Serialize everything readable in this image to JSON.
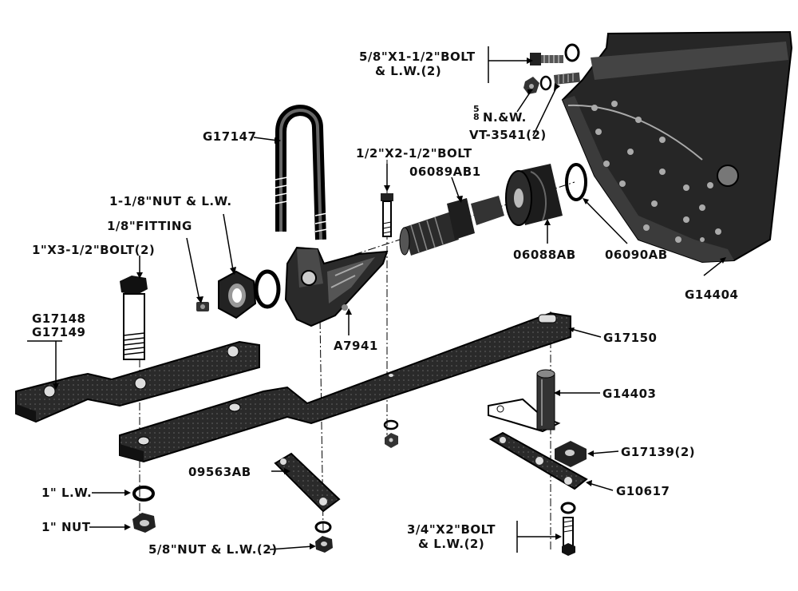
{
  "labels": {
    "bolt_5_8": [
      "5/8\"X1-1/2\"BOLT",
      "& L.W.(2)"
    ],
    "nut_5_8_frac": "5\n8",
    "nut_5_8": "N.&W.",
    "vt3541": "VT-3541(2)",
    "g17147": "G17147",
    "bolt_1_2": "1/2\"X2-1/2\"BOLT",
    "p06089": "06089AB1",
    "nut_1_18": "1-1/8\"NUT & L.W.",
    "fitting": "1/8\"FITTING",
    "bolt_1x312": "1\"X3-1/2\"BOLT(2)",
    "p06088": "06088AB",
    "p06090": "06090AB",
    "g14404": "G14404",
    "g17148": "G17148",
    "g17149": "G17149",
    "a7941": "A7941",
    "g17150": "G17150",
    "g14403": "G14403",
    "p09563": "09563AB",
    "g17139": "G17139(2)",
    "g10617": "G10617",
    "lw1": "1\" L.W.",
    "nut1": "1\" NUT",
    "nut58": "5/8\"NUT & L.W.(2)",
    "bolt_3_4": [
      "3/4\"X2\"BOLT",
      "& L.W.(2)"
    ]
  }
}
